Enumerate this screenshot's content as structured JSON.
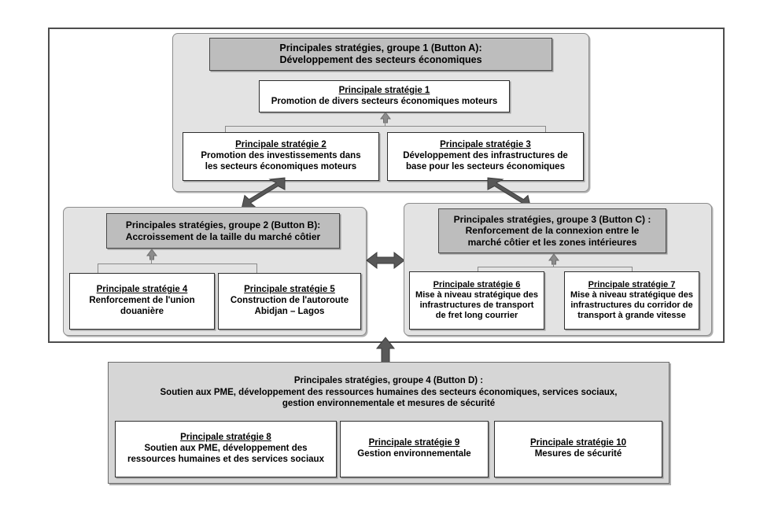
{
  "diagram": {
    "title": "Principales stratégies par groupe",
    "language": "fr",
    "colors": {
      "frame_border": "#4d4d4d",
      "group_fill": "#e3e3e3",
      "group4_fill": "#d6d6d6",
      "banner_fill": "#bdbdbd",
      "banner_light_fill": "#d4d4d4",
      "leaf_fill": "#ffffff",
      "arrow_fill": "#585858",
      "connector": "#8a8a8a"
    }
  },
  "groups": {
    "g1": {
      "banner_line1": "Principales stratégies, groupe 1  (Button A):",
      "banner_line2": "Développement des secteurs économiques",
      "strategy1": {
        "title": "Principale stratégie 1",
        "body": "Promotion  de divers  secteurs  économiques  moteurs"
      },
      "strategy2": {
        "title": "Principale stratégie 2",
        "body_line1": "Promotion des investissements dans",
        "body_line2": "les secteurs économiques moteurs"
      },
      "strategy3": {
        "title": "Principale stratégie 3",
        "body_line1": "Développement des infrastructures de",
        "body_line2": "base pour les secteurs économiques"
      }
    },
    "g2": {
      "banner_line1": "Principales stratégies, groupe 2  (Button B):",
      "banner_line2": "Accroissement de la taille du marché côtier",
      "strategy4": {
        "title": "Principale stratégie 4",
        "body_line1": "Renforcement de l'union",
        "body_line2": "douanière"
      },
      "strategy5": {
        "title": "Principale stratégie 5",
        "body_line1": "Construction de l'autoroute",
        "body_line2": "Abidjan – Lagos"
      }
    },
    "g3": {
      "banner_line1": "Principales stratégies, groupe 3 (Button C) :",
      "banner_line2": "Renforcement de la connexion entre le",
      "banner_line3": "marché côtier et les zones intérieures",
      "strategy6": {
        "title": "Principale stratégie 6",
        "body_line1": "Mise à niveau  stratégique  des",
        "body_line2": "infrastructures  de transport",
        "body_line3": "de fret long courrier"
      },
      "strategy7": {
        "title": "Principale stratégie 7",
        "body_line1": "Mise  à niveau  stratégique  des",
        "body_line2": "infrastructures  du corridor  de",
        "body_line3": "transport  à grande  vitesse"
      }
    },
    "g4": {
      "banner_line1": "Principales stratégies, groupe 4 (Button D) :",
      "banner_line2": "Soutien aux PME, développement des ressources humaines des secteurs économiques, services sociaux,",
      "banner_line3": "gestion environnementale et mesures de sécurité",
      "strategy8": {
        "title": "Principale stratégie 8",
        "body_line1": "Soutien aux  PME,  développement  des",
        "body_line2": "ressources  humaines  et des  services  sociaux"
      },
      "strategy9": {
        "title": "Principale stratégie 9",
        "body_line1": "Gestion environnementale"
      },
      "strategy10": {
        "title": "Principale stratégie 10",
        "body_line1": "Mesures de sécurité"
      }
    }
  }
}
